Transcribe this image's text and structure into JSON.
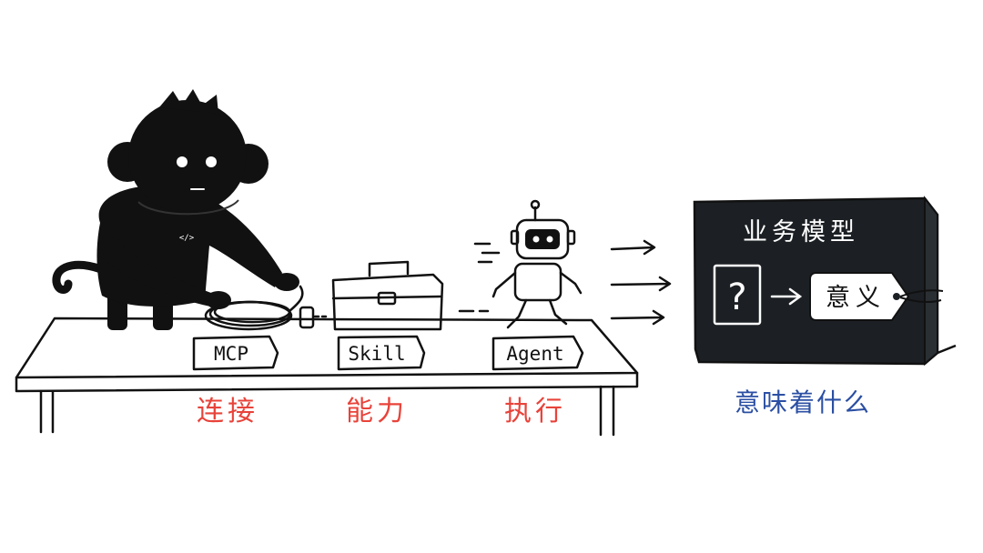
{
  "labels": {
    "mcp": "MCP",
    "skill": "Skill",
    "agent": "Agent",
    "connect": "连接",
    "capability": "能力",
    "execute": "执行",
    "meaning_what": "意味着什么"
  },
  "box": {
    "title": "业务模型",
    "question": "?",
    "tag": "意义"
  },
  "hoodie_badge": "</>",
  "colors": {
    "red_accent": "#e8433a",
    "blue_accent": "#2b4fa3",
    "ink": "#111111",
    "box_fill": "#1c2024"
  }
}
